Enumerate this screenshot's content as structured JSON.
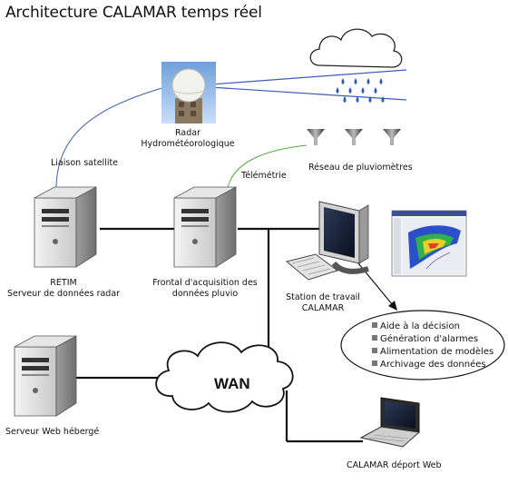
{
  "title": "Architecture CALAMAR temps réel",
  "nodes": {
    "radar": {
      "line1": "Radar",
      "line2": "Hydrométéorologique"
    },
    "liaison": "Liaison  satellite",
    "telemetrie": "Télémétrie",
    "pluvio_network": "Réseau de pluviomètres",
    "retim": {
      "line1": "RETIM",
      "line2": "Serveur de données radar"
    },
    "frontal": {
      "line1": "Frontal d'acquisition des",
      "line2": "données pluvio"
    },
    "station": {
      "line1": "Station de travail",
      "line2": "CALAMAR"
    },
    "wan": "WAN",
    "web_server": "Serveur Web hébergé",
    "laptop": "CALAMAR déport Web"
  },
  "features": [
    "Aide à la décision",
    "Génération d'alarmes",
    "Alimentation de modèles",
    "Archivage des données"
  ],
  "colors": {
    "satellite_link": "#3a5fb0",
    "telemetry_link": "#55aa44",
    "network_link": "#111111",
    "rain": "#2a56c6",
    "server_body": "#d8d8d8"
  }
}
